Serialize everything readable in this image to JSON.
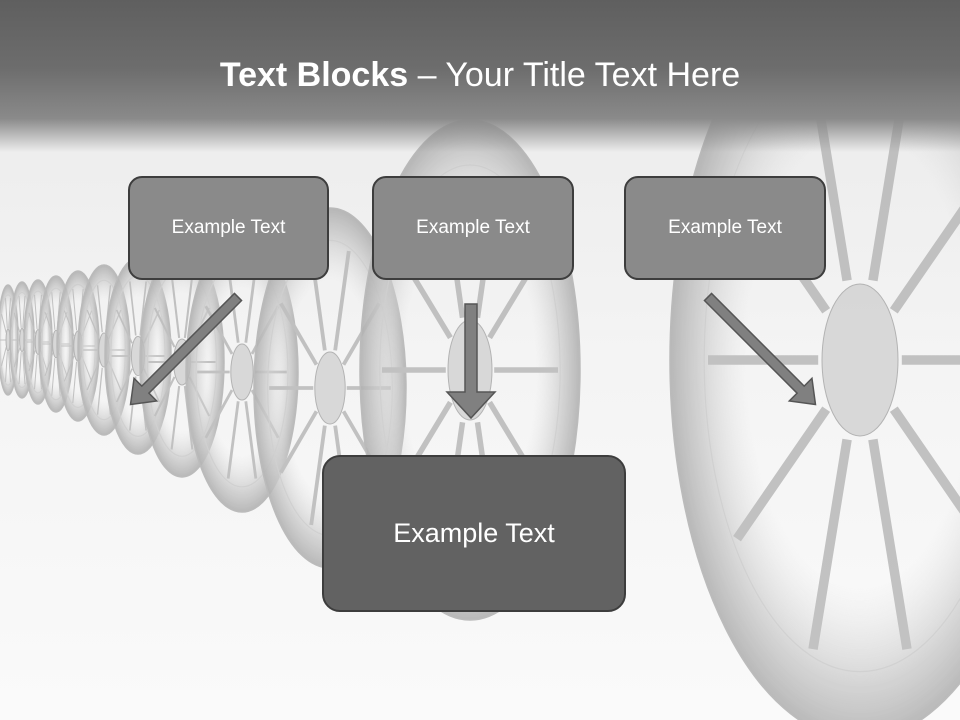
{
  "slide": {
    "title_bold": "Text Blocks",
    "title_rest": " – Your Title Text Here",
    "blocks": [
      "Example Text",
      "Example Text",
      "Example Text"
    ],
    "main_block": "Example Text"
  },
  "colors": {
    "box_fill": "#8a8a8a",
    "main_box_fill": "#626262",
    "box_border": "#3d3d3d",
    "arrow_fill": "#808080",
    "title_bar": "#666666"
  },
  "icons": {
    "arrows": [
      "arrow-down-right-icon",
      "arrow-down-icon",
      "arrow-down-left-icon"
    ]
  }
}
